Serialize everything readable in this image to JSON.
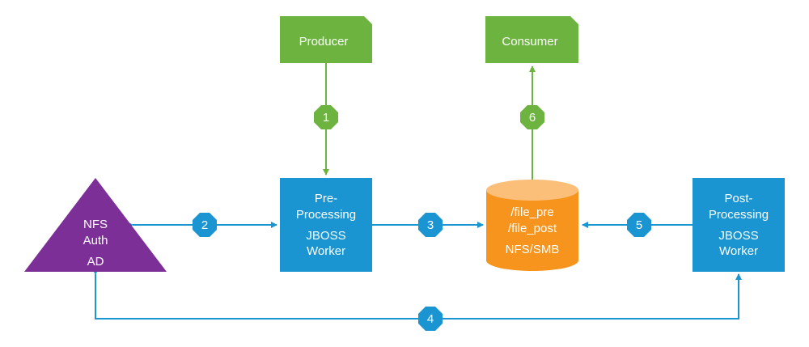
{
  "colors": {
    "green": "#6cb33f",
    "blue": "#1a95d2",
    "purple": "#7d2f98",
    "orange": "#f7941e",
    "orange_top": "#fbbf79",
    "connector": "#1a95d2",
    "green_connector": "#6cb33f"
  },
  "nodes": {
    "producer": {
      "label": "Producer"
    },
    "consumer": {
      "label": "Consumer"
    },
    "pre_processing": {
      "line1": "Pre-",
      "line2": "Processing",
      "line3": "JBOSS",
      "line4": "Worker"
    },
    "post_processing": {
      "line1": "Post-",
      "line2": "Processing",
      "line3": "JBOSS",
      "line4": "Worker"
    },
    "storage": {
      "line1": "/file_pre",
      "line2": "/file_post",
      "line3": "NFS/SMB"
    },
    "auth": {
      "line1": "NFS",
      "line2": "Auth",
      "line3": "AD"
    }
  },
  "steps": [
    "1",
    "2",
    "3",
    "4",
    "5",
    "6"
  ]
}
